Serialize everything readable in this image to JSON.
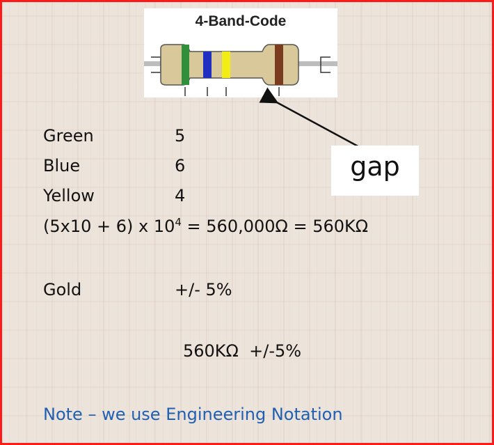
{
  "resistor": {
    "title": "4-Band-Code",
    "band_colors": [
      "#2f8f3a",
      "#1f2fc0",
      "#f2ee15",
      "#7a3b1e"
    ],
    "body_color": "#d8c89a",
    "lead_color": "#b8b8b8"
  },
  "bands": [
    {
      "color": "Green",
      "value": "5"
    },
    {
      "color": "Blue",
      "value": "6"
    },
    {
      "color": "Yellow",
      "value": "4"
    }
  ],
  "formula": {
    "prefix": "(5x10 + 6) x 10",
    "exponent": "4",
    "suffix": " = 560,000Ω = 560KΩ"
  },
  "tolerance": {
    "color": "Gold",
    "value": "+/- 5%"
  },
  "result": "560KΩ  +/-5%",
  "gap_label": "gap",
  "note": "Note – we use Engineering Notation",
  "colors": {
    "frame": "#ff1a1a",
    "note": "#1f5fb4"
  }
}
